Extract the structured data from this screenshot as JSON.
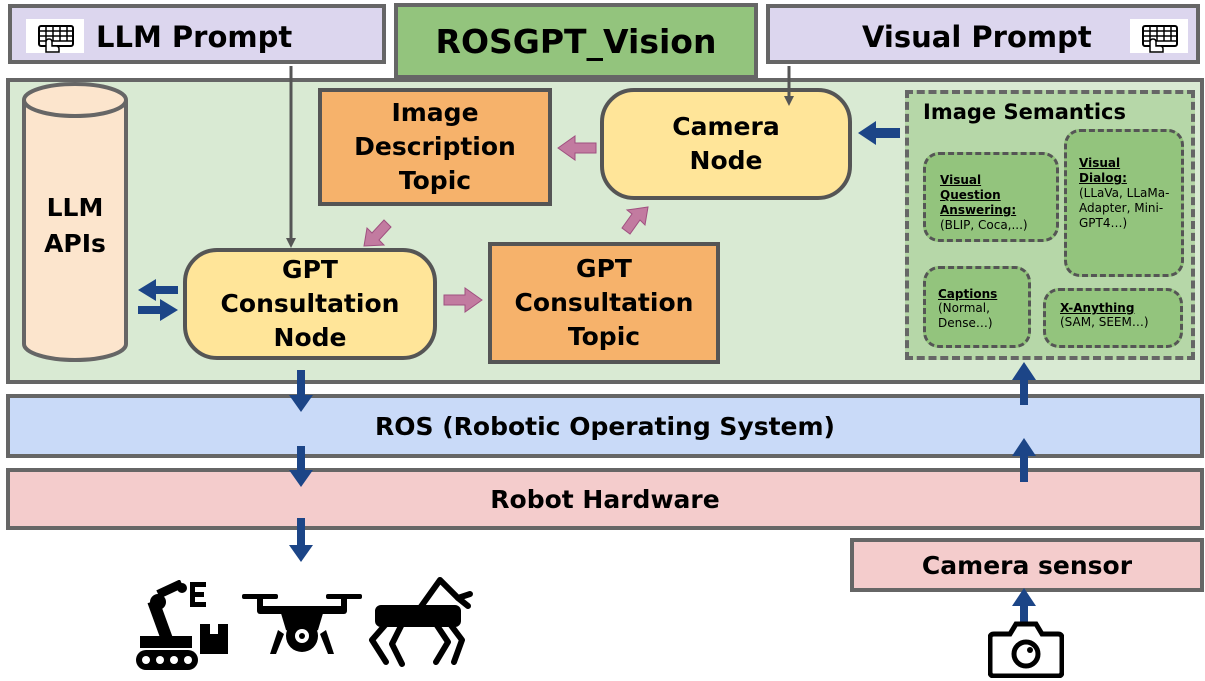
{
  "header": {
    "llm_prompt": "LLM Prompt",
    "title": "ROSGPT_Vision",
    "visual_prompt": "Visual Prompt"
  },
  "nodes": {
    "llm_apis": "LLM APIs",
    "image_description_topic": "Image Description Topic",
    "camera_node": "Camera Node",
    "gpt_consultation_node": "GPT Consultation Node",
    "gpt_consultation_topic": "GPT Consultation Topic"
  },
  "image_semantics": {
    "title": "Image Semantics",
    "vqa": {
      "heading": "Visual Question Answering:",
      "body": "(BLIP, Coca,...)"
    },
    "visual_dialog": {
      "heading": "Visual Dialog:",
      "body": "(LLaVa, LLaMa-Adapter, Mini-GPT4…)"
    },
    "captions": {
      "heading": "Captions",
      "body": "(Normal, Dense…)"
    },
    "x_anything": {
      "heading": "X-Anything",
      "body": "(SAM, SEEM…)"
    }
  },
  "layers": {
    "ros": "ROS (Robotic Operating System)",
    "robot_hardware": "Robot Hardware",
    "camera_sensor": "Camera sensor"
  },
  "icons": [
    "keyboard-hand-icon",
    "robot-arm-tank-icon",
    "drone-icon",
    "robot-dog-icon",
    "camera-icon"
  ],
  "colors": {
    "prompt_fill": "#dcd6ee",
    "title_fill": "#93c47d",
    "panel_fill": "#d9ead3",
    "ros_fill": "#c9daf8",
    "hardware_fill": "#f4cccc",
    "topic_fill": "#f6b26b",
    "node_fill": "#ffe599",
    "flow_arrow": "#c27ba0",
    "vertical_arrow": "#1c4587"
  }
}
